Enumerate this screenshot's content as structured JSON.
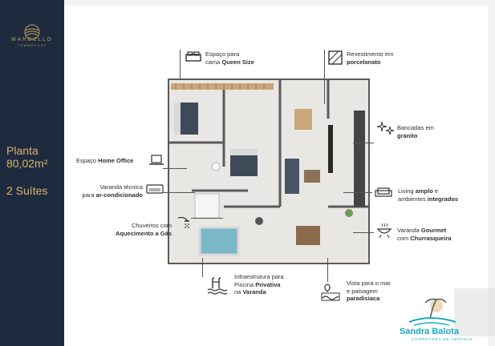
{
  "brand": {
    "name": "MARBELLO",
    "subtitle": "TOWNHOUSE",
    "gold": "#c9a35a"
  },
  "plan": {
    "title": "Planta",
    "area": "80,02m²",
    "suites": "2 Suítes"
  },
  "features": {
    "queen_size": {
      "prefix": "Espaço para",
      "line2_pre": "cama ",
      "bold": "Queen Size"
    },
    "porcelanato": {
      "line1": "Revestimento em",
      "line2": "porcelanato"
    },
    "granito": {
      "line1": "Bancadas em",
      "bold": "granito"
    },
    "home_office": {
      "pre": "Espaço ",
      "bold": "Home Office"
    },
    "varanda_tecnica": {
      "line1": "Varanda técnica",
      "pre": "para ",
      "bold": "ar-condicionado"
    },
    "living": {
      "pre": "Living ",
      "bold": "amplo",
      "post": " e",
      "line2_pre": "ambientes ",
      "bold2": "integrados"
    },
    "chuveiros": {
      "line1": "Chuveiros com",
      "bold": "Aquecimento a Gás"
    },
    "gourmet": {
      "pre": "Varanda ",
      "bold": "Gourmet",
      "line2_pre": "com ",
      "bold2": "Churrasqueira"
    },
    "piscina": {
      "line1": "Infraestrutura para",
      "line2_pre": "Piscina ",
      "bold": "Privativa",
      "line3_pre": "na ",
      "bold2": "Varanda"
    },
    "vista": {
      "line1": "Vista para o mar",
      "line2": "e paisagem",
      "bold": "paradisíaca"
    }
  },
  "watermark": {
    "name": "Sandra Balota",
    "subtitle": "CORRETORA DE IMÓVEIS"
  }
}
